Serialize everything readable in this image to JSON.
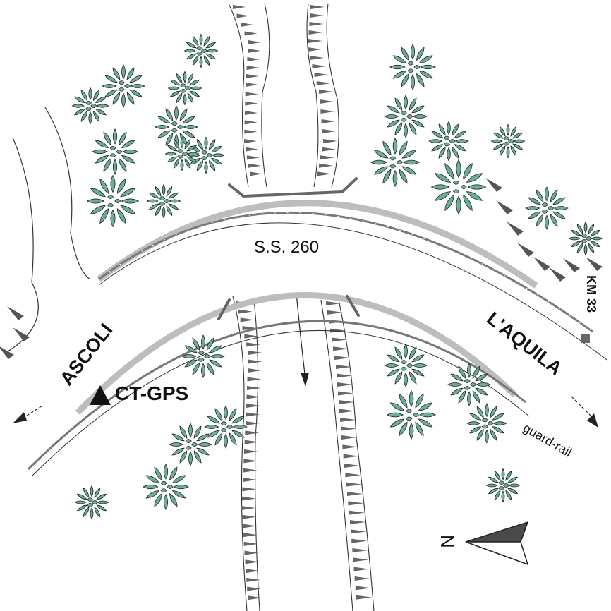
{
  "labels": {
    "road_name": "S.S. 260",
    "direction_left": "ASCOLI",
    "direction_right": "L'AQUILA",
    "station": "CT-GPS",
    "km_marker": "KM 33",
    "guardrail": "guard-rail",
    "north": "N"
  },
  "colors": {
    "tree_fill": "#6bae97",
    "line": "#222222",
    "guardrail_gray": "#888888",
    "shoulder_gray": "#bdbdbd",
    "embankment": "#666666",
    "north_arrow": "#4a4a4a"
  },
  "icons": {
    "station_marker": "filled-triangle-icon",
    "north_arrow": "north-arrow-icon",
    "tree": "tree-icon"
  }
}
